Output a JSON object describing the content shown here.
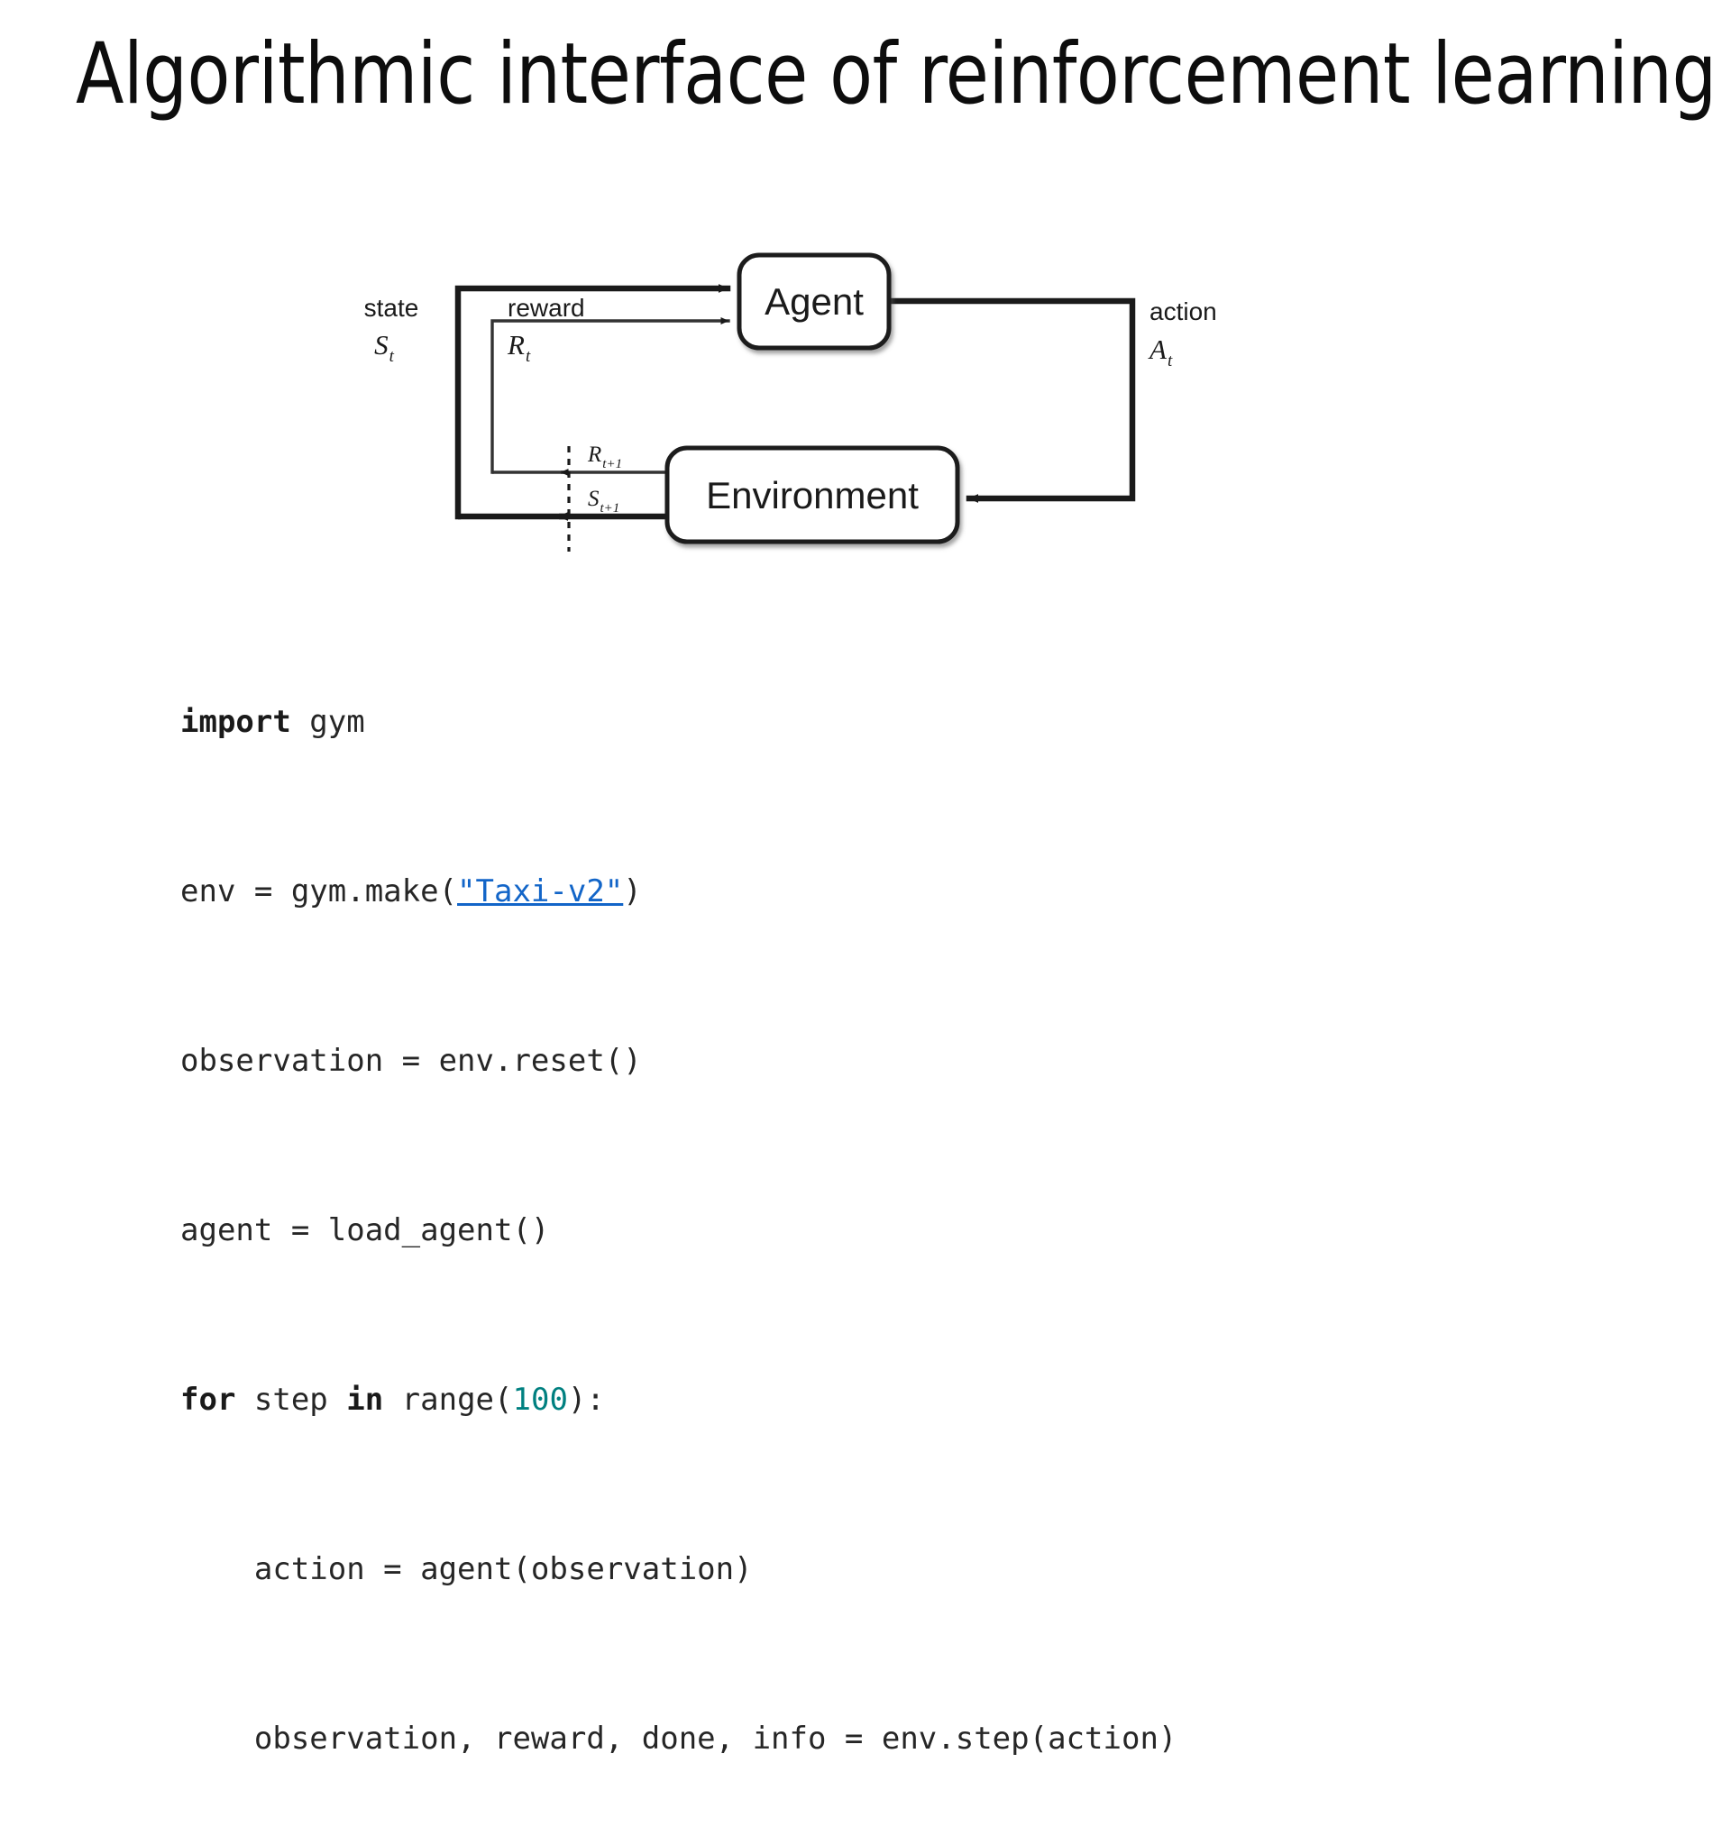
{
  "slide": {
    "title": "Algorithmic interface of reinforcement learning",
    "background_color": "#ffffff",
    "text_color": "#0d0d0d"
  },
  "diagram": {
    "name": "agent-environment-interaction-loop",
    "type": "flow-diagram",
    "nodes": [
      {
        "id": "agent",
        "label": "Agent"
      },
      {
        "id": "environment",
        "label": "Environment"
      }
    ],
    "edges": [
      {
        "id": "state",
        "word": "state",
        "symbol": "S",
        "subscript": "t",
        "from": "environment",
        "to": "agent",
        "weight": "thick"
      },
      {
        "id": "reward",
        "word": "reward",
        "symbol": "R",
        "subscript": "t",
        "from": "environment",
        "to": "agent",
        "weight": "thin"
      },
      {
        "id": "action",
        "word": "action",
        "symbol": "A",
        "subscript": "t",
        "from": "agent",
        "to": "environment",
        "weight": "thick"
      },
      {
        "id": "reward-next",
        "word": "",
        "symbol": "R",
        "subscript": "t+1",
        "from": "environment",
        "to": "boundary",
        "weight": "thin"
      },
      {
        "id": "state-next",
        "word": "",
        "symbol": "S",
        "subscript": "t+1",
        "from": "environment",
        "to": "boundary",
        "weight": "thick"
      }
    ],
    "boundary": {
      "style": "dashed",
      "orientation": "vertical"
    },
    "stroke_color": "#1a1a1a",
    "fill_color": "#ffffff"
  },
  "code": {
    "language": "python",
    "link_color": "#1265C8",
    "number_color": "#008080",
    "lines": [
      {
        "id": "line-1",
        "indent": 0,
        "tokens": [
          {
            "t": "import",
            "style": "keyword"
          },
          {
            "t": " gym",
            "style": "plain"
          }
        ]
      },
      {
        "id": "line-2",
        "indent": 0,
        "tokens": [
          {
            "t": "env = gym.make(",
            "style": "plain"
          },
          {
            "t": "\"Taxi-v2\"",
            "style": "link"
          },
          {
            "t": ")",
            "style": "plain"
          }
        ]
      },
      {
        "id": "line-3",
        "indent": 0,
        "tokens": [
          {
            "t": "observation = env.reset()",
            "style": "plain"
          }
        ]
      },
      {
        "id": "line-4",
        "indent": 0,
        "tokens": [
          {
            "t": "agent = load_agent()",
            "style": "plain"
          }
        ]
      },
      {
        "id": "line-5",
        "indent": 0,
        "tokens": [
          {
            "t": "for",
            "style": "keyword"
          },
          {
            "t": " step ",
            "style": "plain"
          },
          {
            "t": "in",
            "style": "keyword"
          },
          {
            "t": " range(",
            "style": "plain"
          },
          {
            "t": "100",
            "style": "number"
          },
          {
            "t": "):",
            "style": "plain"
          }
        ]
      },
      {
        "id": "line-6",
        "indent": 4,
        "tokens": [
          {
            "t": "action = agent(observation)",
            "style": "plain"
          }
        ]
      },
      {
        "id": "line-7",
        "indent": 4,
        "tokens": [
          {
            "t": "observation, reward, done, info = env.step(action)",
            "style": "plain"
          }
        ]
      }
    ]
  }
}
